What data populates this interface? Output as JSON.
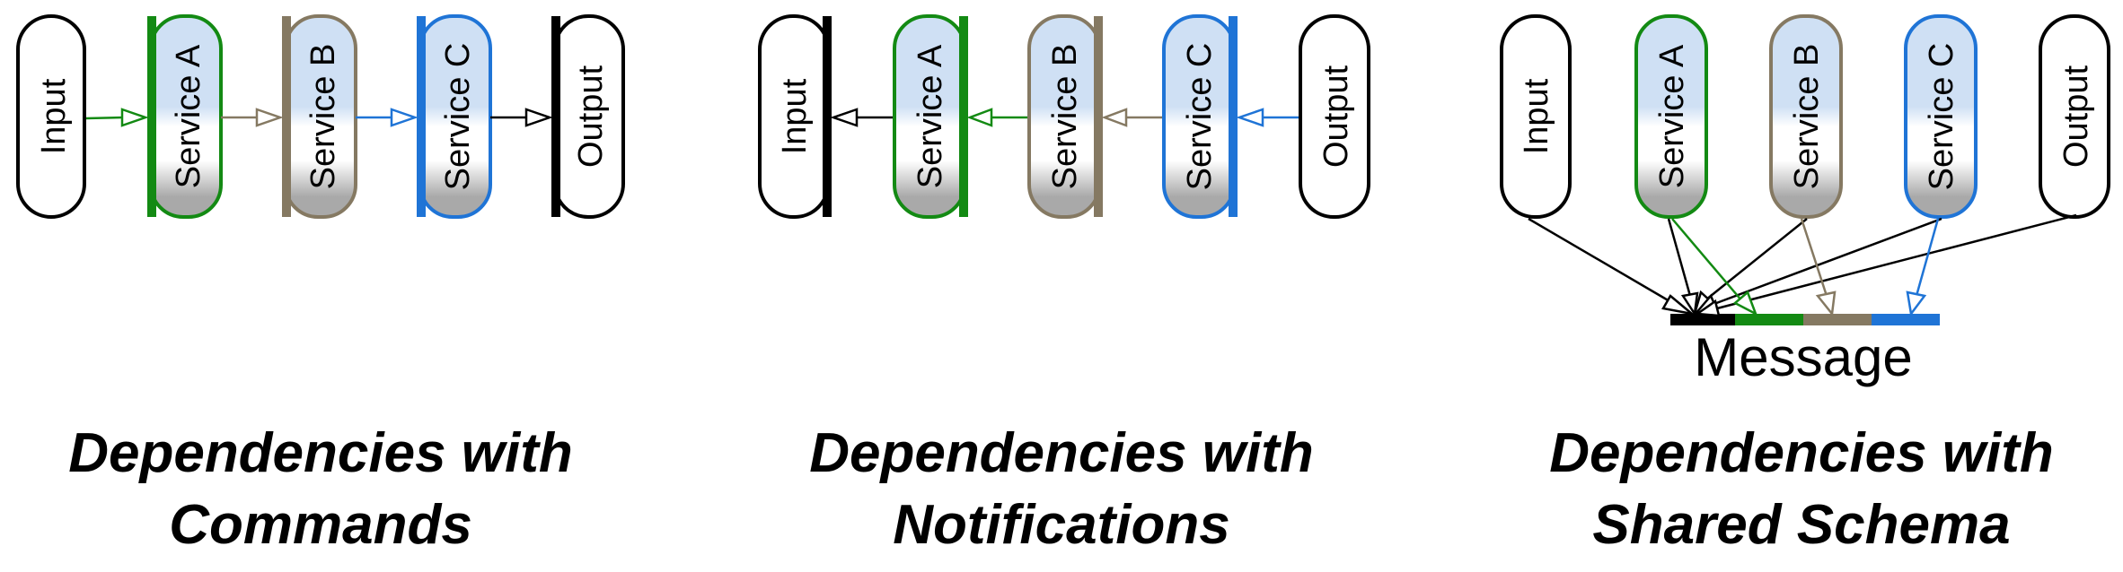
{
  "colors": {
    "service_a": "#138a13",
    "service_b": "#857962",
    "service_c": "#1f74d6",
    "neutral": "#000000",
    "fill_top": "#cfe0f4",
    "fill_mid": "#ffffff",
    "fill_bottom": "#a9a9a9"
  },
  "panels": [
    {
      "kind": "commands",
      "nodes": {
        "input": "Input",
        "service_a": "Service A",
        "service_b": "Service B",
        "service_c": "Service C",
        "output": "Output"
      },
      "caption": [
        "Dependencies with",
        "Commands"
      ]
    },
    {
      "kind": "notifications",
      "nodes": {
        "input": "Input",
        "service_a": "Service A",
        "service_b": "Service B",
        "service_c": "Service C",
        "output": "Output"
      },
      "caption": [
        "Dependencies with",
        "Notifications"
      ]
    },
    {
      "kind": "shared-schema",
      "nodes": {
        "input": "Input",
        "service_a": "Service A",
        "service_b": "Service B",
        "service_c": "Service C",
        "output": "Output"
      },
      "message_label": "Message",
      "caption": [
        "Dependencies with",
        "Shared Schema"
      ]
    }
  ]
}
